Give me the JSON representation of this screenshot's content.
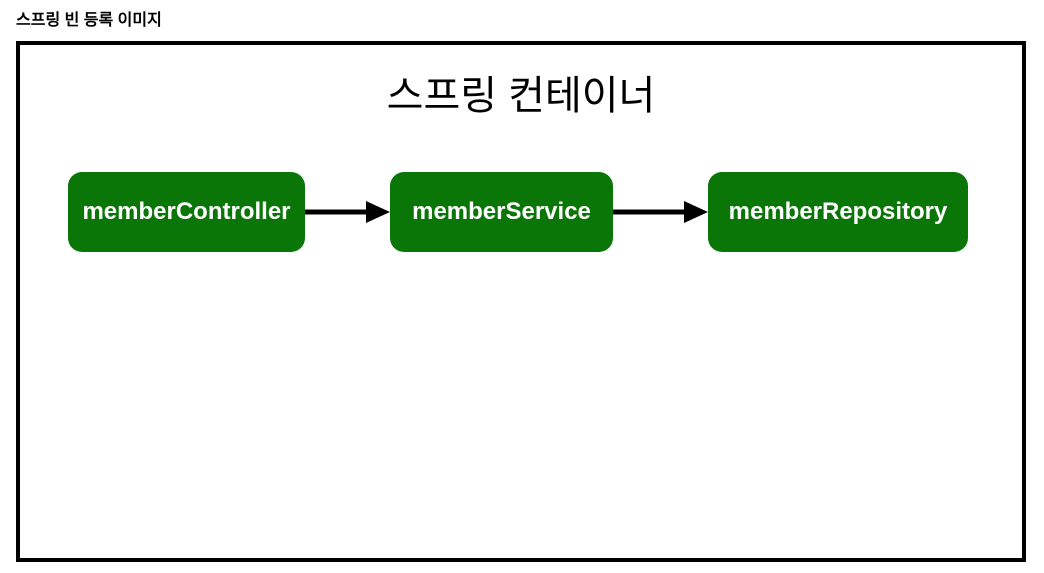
{
  "page": {
    "heading": "스프링 빈 등록 이미지"
  },
  "diagram": {
    "title": "스프링 컨테이너",
    "beans": [
      {
        "id": "memberController",
        "label": "memberController"
      },
      {
        "id": "memberService",
        "label": "memberService"
      },
      {
        "id": "memberRepository",
        "label": "memberRepository"
      }
    ],
    "arrows": [
      {
        "from": "memberController",
        "to": "memberService",
        "icon": "arrow-right-icon"
      },
      {
        "from": "memberService",
        "to": "memberRepository",
        "icon": "arrow-right-icon"
      }
    ]
  },
  "colors": {
    "bean_green": "#0a7608",
    "bean_text": "#ffffff",
    "frame_border": "#000000"
  }
}
